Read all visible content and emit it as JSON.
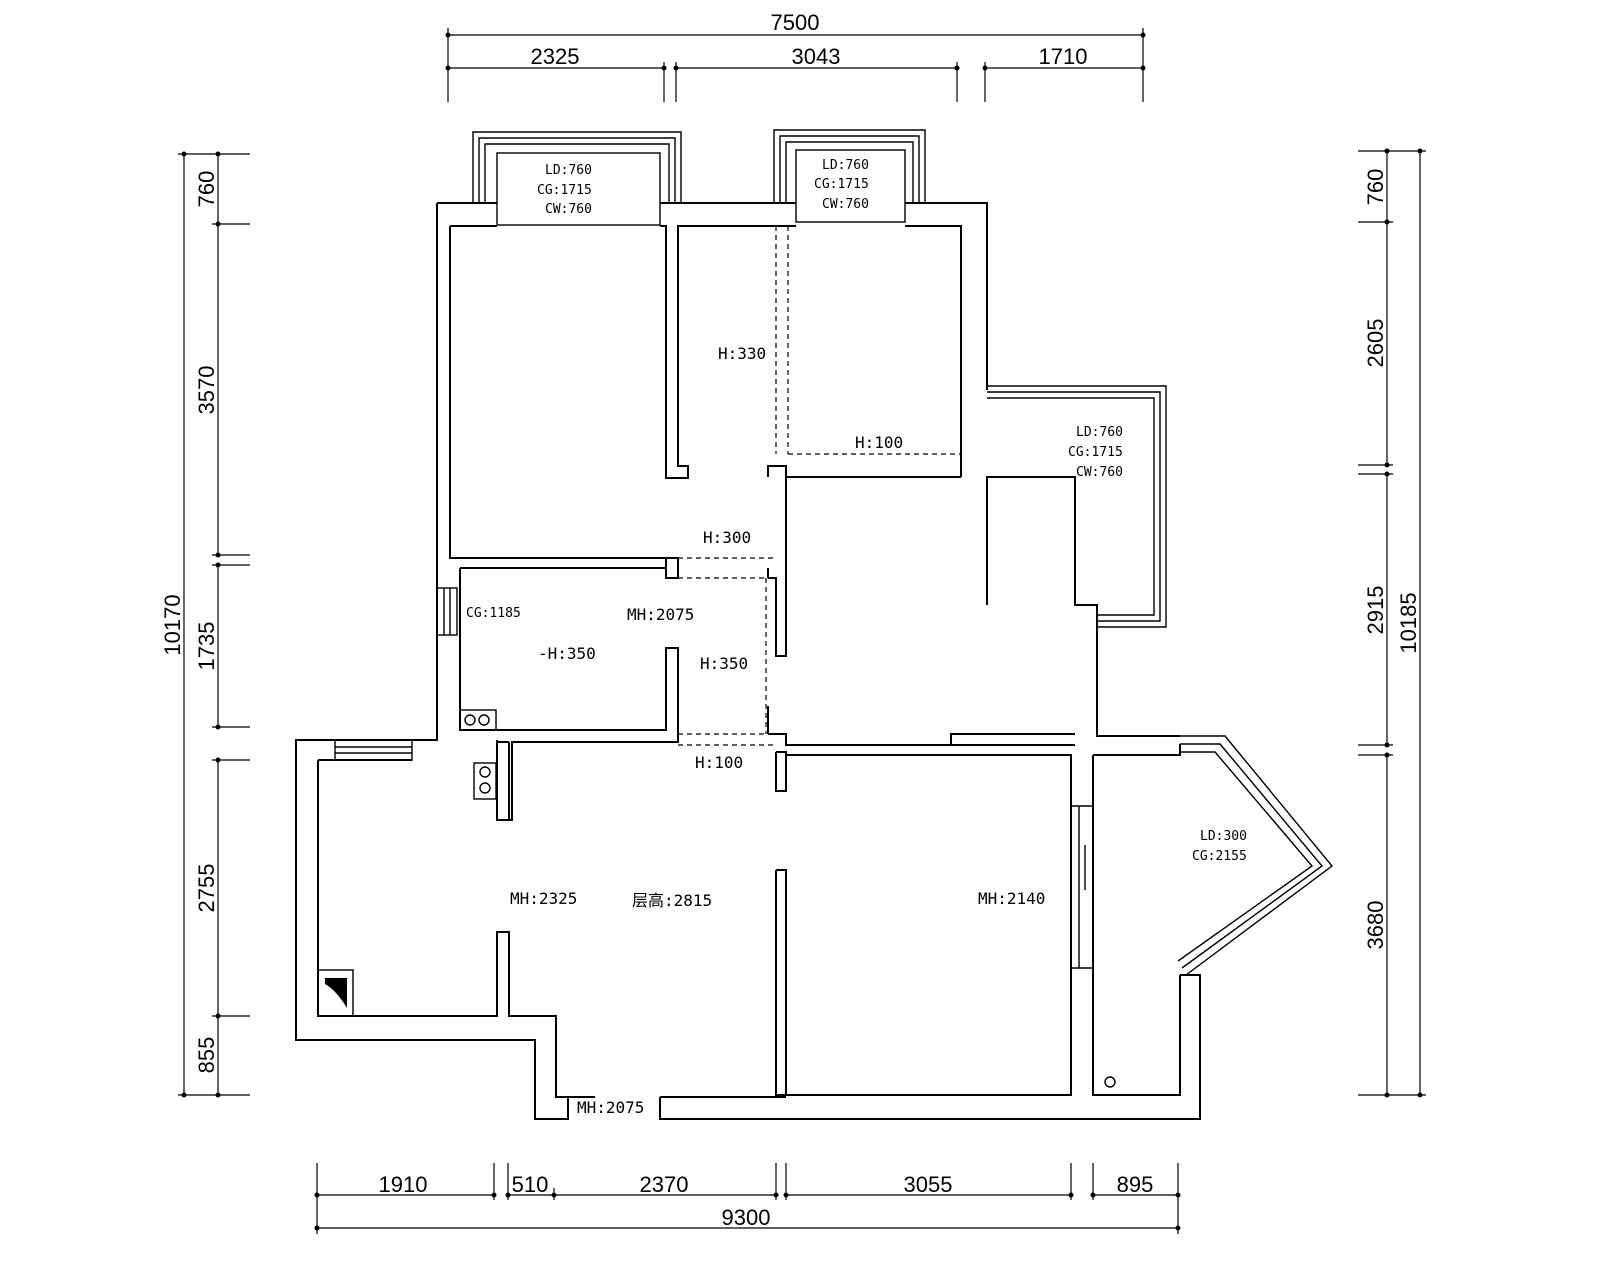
{
  "top_dims": {
    "total": "7500",
    "segments": [
      "2325",
      "3043",
      "1710"
    ]
  },
  "bottom_dims": {
    "total": "9300",
    "segments": [
      "1910",
      "510",
      "2370",
      "3055",
      "895"
    ]
  },
  "left_dims": {
    "total": "10170",
    "segments": [
      "760",
      "3570",
      "1735",
      "2755",
      "855"
    ]
  },
  "right_dims": {
    "total": "10185",
    "segments": [
      "760",
      "2605",
      "2915",
      "3680"
    ]
  },
  "window_notes": {
    "bay_left": [
      "LD:760",
      "CG:1715",
      "CW:760"
    ],
    "bay_mid": [
      "LD:760",
      "CG:1715",
      "CW:760"
    ],
    "bay_right": [
      "LD:760",
      "CG:1715",
      "CW:760"
    ],
    "corner": [
      "LD:300",
      "CG:2155"
    ]
  },
  "room_notes": {
    "h330": "H:330",
    "h100_top": "H:100",
    "h300": "H:300",
    "cg1185": "CG:1185",
    "mh2075_mid": "MH:2075",
    "h350_left": "-H:350",
    "h350_right": "H:350",
    "h100_mid": "H:100",
    "mh2325": "MH:2325",
    "ceiling": "层高:2815",
    "mh2140": "MH:2140",
    "mh2075_bottom": "MH:2075"
  }
}
